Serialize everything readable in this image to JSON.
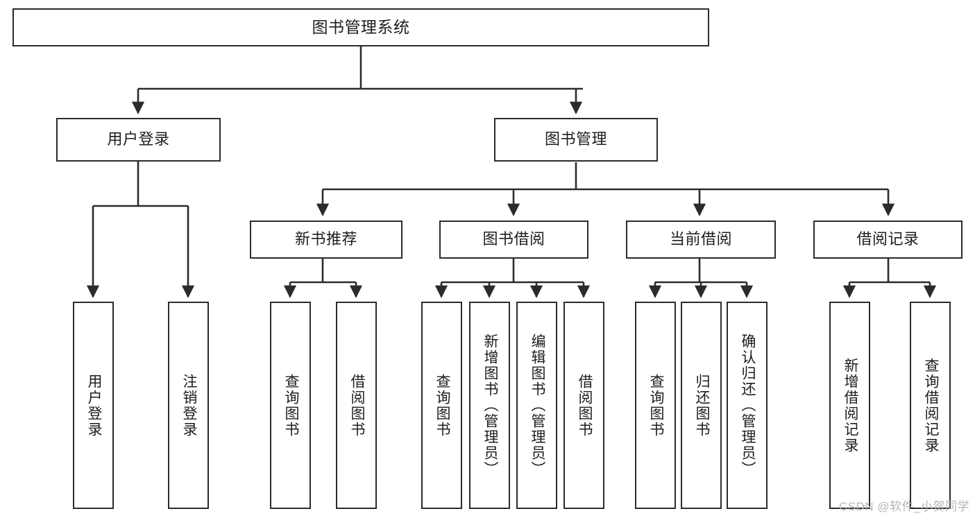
{
  "diagram": {
    "title": "图书管理系统",
    "type": "hierarchy-tree",
    "watermark": "CSDN @软件_小贺同学",
    "colors": {
      "box_border": "#2b2b2b",
      "box_fill": "#ffffff",
      "connector": "#2b2b2b",
      "text": "#1d1d1d",
      "watermark": "#b6b6b6",
      "background": "#ffffff"
    },
    "nodes": {
      "root": {
        "label": "图书管理系统"
      },
      "level2": [
        {
          "label": "用户登录"
        },
        {
          "label": "图书管理"
        }
      ],
      "level3": [
        {
          "label": "新书推荐"
        },
        {
          "label": "图书借阅"
        },
        {
          "label": "当前借阅"
        },
        {
          "label": "借阅记录"
        }
      ],
      "leaves": {
        "user_login": [
          {
            "label": "用户登录"
          },
          {
            "label": "注销登录"
          }
        ],
        "new_book_recommend": [
          {
            "label": "查询图书"
          },
          {
            "label": "借阅图书"
          }
        ],
        "book_borrow": [
          {
            "label": "查询图书"
          },
          {
            "label": "新增图书（管理员）"
          },
          {
            "label": "编辑图书（管理员）"
          },
          {
            "label": "借阅图书"
          }
        ],
        "current_borrow": [
          {
            "label": "查询图书"
          },
          {
            "label": "归还图书"
          },
          {
            "label": "确认归还（管理员）"
          }
        ],
        "borrow_record": [
          {
            "label": "新增借阅记录"
          },
          {
            "label": "查询借阅记录"
          }
        ]
      }
    }
  }
}
